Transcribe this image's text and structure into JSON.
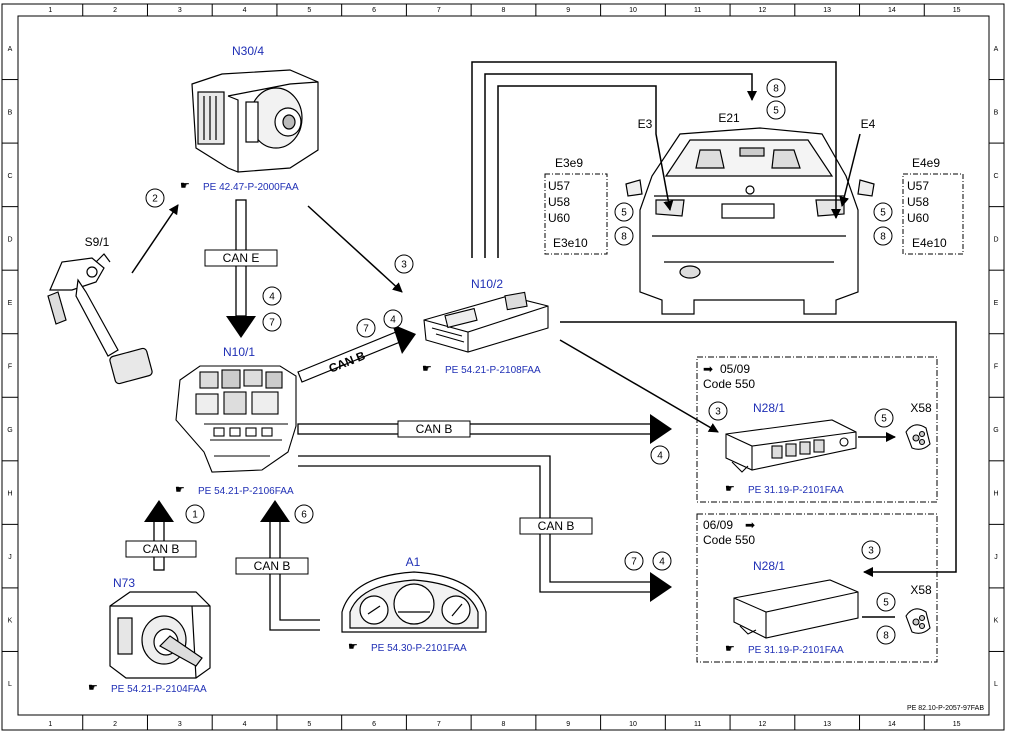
{
  "grid": {
    "columns": [
      "1",
      "2",
      "3",
      "4",
      "5",
      "6",
      "7",
      "8",
      "9",
      "10",
      "11",
      "12",
      "13",
      "14",
      "15"
    ],
    "rows": [
      "A",
      "B",
      "C",
      "D",
      "E",
      "F",
      "G",
      "H",
      "J",
      "K",
      "L"
    ]
  },
  "components": {
    "n30_4": {
      "label": "N30/4",
      "ref": "PE 42.47-P-2000FAA"
    },
    "s9_1": {
      "label": "S9/1"
    },
    "n10_1": {
      "label": "N10/1",
      "ref": "PE 54.21-P-2106FAA"
    },
    "n10_2": {
      "label": "N10/2",
      "ref": "PE 54.21-P-2108FAA"
    },
    "n73": {
      "label": "N73",
      "ref": "PE 54.21-P-2104FAA"
    },
    "a1": {
      "label": "A1",
      "ref": "PE 54.30-P-2101FAA"
    },
    "n28_1_top": {
      "label": "N28/1",
      "ref": "PE 31.19-P-2101FAA"
    },
    "n28_1_bottom": {
      "label": "N28/1",
      "ref": "PE 31.19-P-2101FAA"
    },
    "x58_top": {
      "label": "X58"
    },
    "x58_bottom": {
      "label": "X58"
    },
    "e21": {
      "label": "E21"
    },
    "e3": {
      "label": "E3"
    },
    "e4": {
      "label": "E4"
    }
  },
  "lamp_boxes": {
    "left": {
      "top": "E3e9",
      "items": [
        "U57",
        "U58",
        "U60"
      ],
      "bottom": "E3e10"
    },
    "right": {
      "top": "E4e9",
      "items": [
        "U57",
        "U58",
        "U60"
      ],
      "bottom": "E4e10"
    }
  },
  "can_labels": {
    "can_e": "CAN E",
    "can_b_n10_2": "CAN B",
    "can_b_g": "CAN B",
    "can_b_h": "CAN B",
    "can_b_n73": "CAN B",
    "can_b_a1": "CAN B"
  },
  "variant_top": {
    "arrow": "➡",
    "date": "05/09",
    "code": "Code 550"
  },
  "variant_bottom": {
    "date": "06/09",
    "arrow": "➡",
    "code": "Code 550"
  },
  "steps": {
    "s2": "2",
    "s3": "3",
    "s4a": "4",
    "s7a": "7",
    "s7b": "7",
    "s4b": "4",
    "s4c": "4",
    "s7c": "7",
    "s4d": "4",
    "s1": "1",
    "s6": "6",
    "s3b": "3",
    "s5a": "5",
    "s3c": "3",
    "s5b": "5",
    "s8b": "8",
    "s8top": "8",
    "s5top": "5",
    "s5l": "5",
    "s8l": "8",
    "s5r": "5",
    "s8r": "8"
  },
  "footer_ref": "PE 82.10-P-2057-97FAB",
  "ref_icon": "pointing-hand-icon"
}
